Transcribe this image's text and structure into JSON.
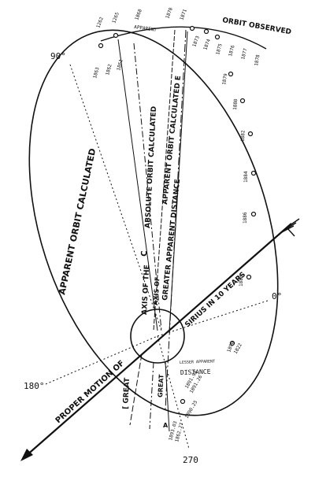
{
  "angles": {
    "deg90": "90°",
    "deg0": "0°",
    "deg180": "180°",
    "deg270": "270"
  },
  "labels": {
    "orbit_observed": "ORBIT OBSERVED",
    "apparent": "APPARENT",
    "apparent_orbit_calculated": "APPARENT ORBIT CALCULATED",
    "absolute_orbit_calculated": "ABSOLUTE ORBIT CALCULATED",
    "c": "C",
    "apparent_orbit_calculated_e": "APPARENT ORBIT CALCULATED E",
    "axis_of_the": "AXIS OF THE",
    "axis_of": "AXIS OF",
    "greater_apparent_distance": "GREATER APPARENT DISTANCE",
    "sirius_in_10_years": "SIRIUS IN 10 YEARS",
    "proper_motion_of": "PROPER MOTION OF",
    "great": "GREAT",
    "great_bracket": "[ GREAT",
    "lesser_apparent": "LESSER APPARENT",
    "distance": "DISTANCE",
    "a_marker": "A"
  },
  "years": {
    "top": [
      "1262",
      "1265",
      "1868",
      "1870",
      "1871",
      "1873",
      "1874"
    ],
    "right": [
      "1875",
      "1876",
      "1877",
      "1878",
      "1879",
      "1880",
      "1882",
      "1884",
      "1886",
      "1888"
    ],
    "left": [
      "1863",
      "1862",
      "1861"
    ],
    "bottom": [
      "1822",
      "1890",
      "1891.94",
      "1891.26",
      "1893.03",
      "1862.27",
      "1890.25"
    ]
  }
}
